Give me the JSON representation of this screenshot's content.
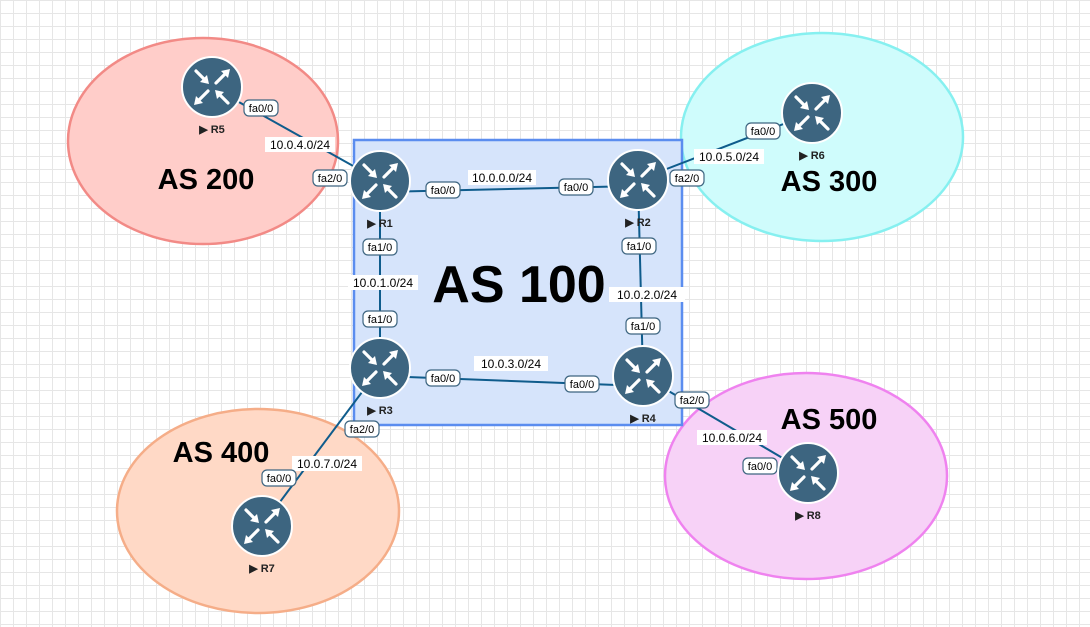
{
  "colors": {
    "as100_fill": "#d6e4fb",
    "as100_stroke": "#5b8def",
    "as200_fill": "#ffcdc9",
    "as200_stroke": "#f28a86",
    "as300_fill": "#cffcfc",
    "as300_stroke": "#86f0f0",
    "as400_fill": "#ffd9c6",
    "as400_stroke": "#f5ad88",
    "as500_fill": "#f7d2f7",
    "as500_stroke": "#ef82ef",
    "router_fill": "#3d6580",
    "link": "#0f5c8c"
  },
  "areas": [
    {
      "id": "as100",
      "label": "AS 100"
    },
    {
      "id": "as200",
      "label": "AS 200"
    },
    {
      "id": "as300",
      "label": "AS 300"
    },
    {
      "id": "as400",
      "label": "AS 400"
    },
    {
      "id": "as500",
      "label": "AS 500"
    }
  ],
  "routers": [
    {
      "id": "R1",
      "name": "R1",
      "icon": "router-icon"
    },
    {
      "id": "R2",
      "name": "R2",
      "icon": "router-icon"
    },
    {
      "id": "R3",
      "name": "R3",
      "icon": "router-icon"
    },
    {
      "id": "R4",
      "name": "R4",
      "icon": "router-icon"
    },
    {
      "id": "R5",
      "name": "R5",
      "icon": "router-icon"
    },
    {
      "id": "R6",
      "name": "R6",
      "icon": "router-icon"
    },
    {
      "id": "R7",
      "name": "R7",
      "icon": "router-icon"
    },
    {
      "id": "R8",
      "name": "R8",
      "icon": "router-icon"
    }
  ],
  "links": [
    {
      "id": "r1-r2",
      "subnet": "10.0.0.0/24",
      "a_iface": "fa0/0",
      "b_iface": "fa0/0"
    },
    {
      "id": "r1-r3",
      "subnet": "10.0.1.0/24",
      "a_iface": "fa1/0",
      "b_iface": "fa1/0"
    },
    {
      "id": "r2-r4",
      "subnet": "10.0.2.0/24",
      "a_iface": "fa1/0",
      "b_iface": "fa1/0"
    },
    {
      "id": "r3-r4",
      "subnet": "10.0.3.0/24",
      "a_iface": "fa0/0",
      "b_iface": "fa0/0"
    },
    {
      "id": "r5-r1",
      "subnet": "10.0.4.0/24",
      "a_iface": "fa0/0",
      "b_iface": "fa2/0"
    },
    {
      "id": "r6-r2",
      "subnet": "10.0.5.0/24",
      "a_iface": "fa0/0",
      "b_iface": "fa2/0"
    },
    {
      "id": "r4-r8",
      "subnet": "10.0.6.0/24",
      "a_iface": "fa2/0",
      "b_iface": "fa0/0"
    },
    {
      "id": "r3-r7",
      "subnet": "10.0.7.0/24",
      "a_iface": "fa2/0",
      "b_iface": "fa0/0"
    }
  ]
}
